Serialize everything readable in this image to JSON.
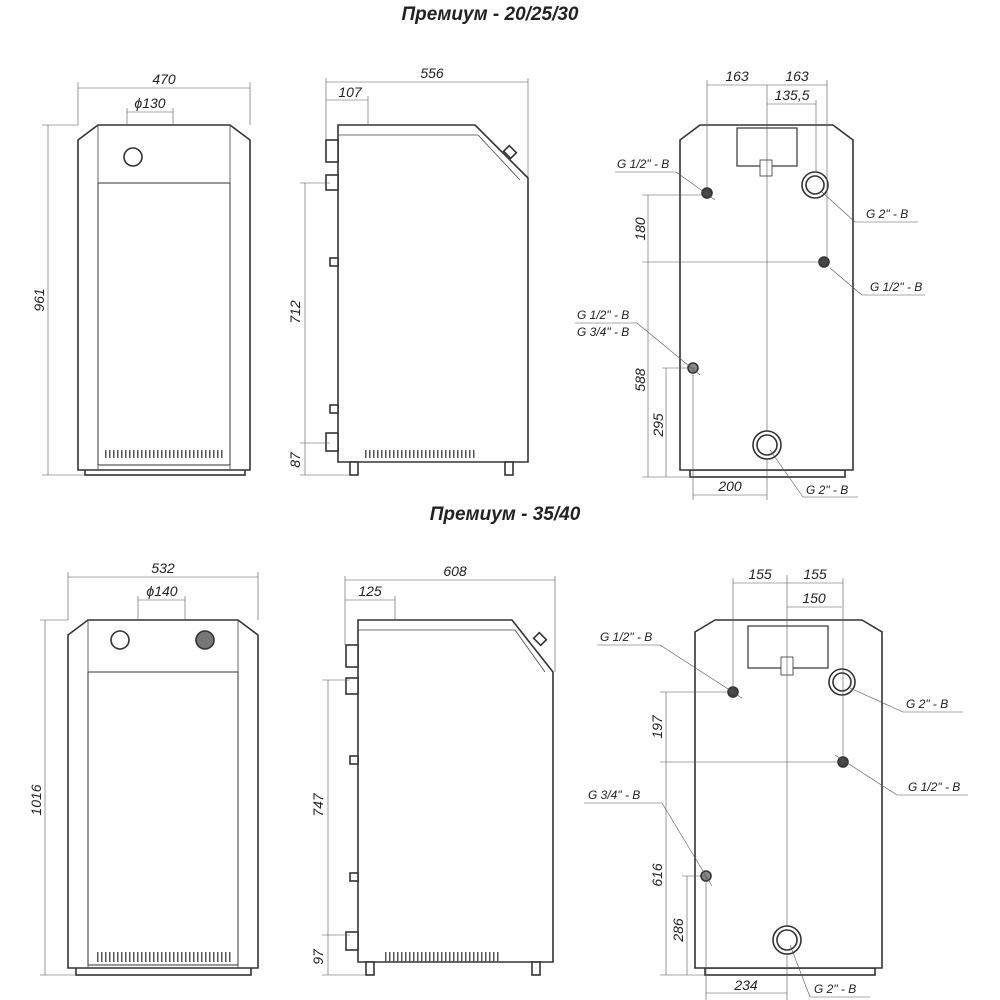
{
  "top": {
    "title": "Премиум - 20/25/30",
    "front": {
      "width": "470",
      "flue": "ϕ130",
      "height": "961"
    },
    "side": {
      "depth": "556",
      "flue_offset": "107",
      "h712": "712",
      "h87": "87"
    },
    "back": {
      "d163a": "163",
      "d163b": "163",
      "d135": "135,5",
      "v180": "180",
      "v588": "588",
      "v295": "295",
      "h200": "200",
      "labels": [
        "G 1/2\" - B",
        "G 2\" - B",
        "G 1/2\" - B",
        "G 1/2\" - B",
        "G 3/4\" - B",
        "G 2\" - B"
      ]
    }
  },
  "bottom": {
    "title": "Премиум - 35/40",
    "front": {
      "width": "532",
      "flue": "ϕ140",
      "height": "1016"
    },
    "side": {
      "depth": "608",
      "flue_offset": "125",
      "h747": "747",
      "h97": "97"
    },
    "back": {
      "d155a": "155",
      "d155b": "155",
      "d150": "150",
      "v197": "197",
      "v616": "616",
      "v286": "286",
      "h234": "234",
      "labels": [
        "G 1/2\" - B",
        "G 2\" - B",
        "G 1/2\" - B",
        "G 3/4\" - B",
        "G 2\" - B"
      ]
    }
  }
}
